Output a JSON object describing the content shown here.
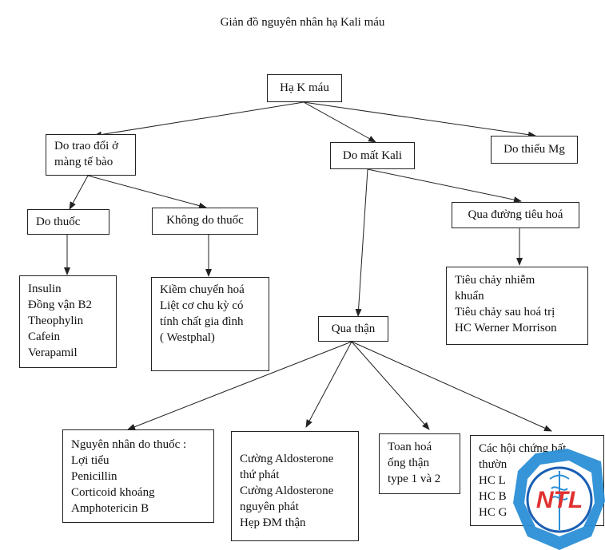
{
  "title": "Giản đồ nguyên nhân hạ Kali máu",
  "nodes": {
    "root": {
      "lines": [
        "Hạ K máu"
      ]
    },
    "exchange": {
      "lines": [
        "Do trao đổi ở",
        "màng tế bào"
      ]
    },
    "loss": {
      "lines": [
        "Do mất Kali"
      ]
    },
    "mg": {
      "lines": [
        "Do thiếu Mg"
      ]
    },
    "drug": {
      "lines": [
        "Do thuốc"
      ]
    },
    "nondrug": {
      "lines": [
        "Không do thuốc"
      ]
    },
    "gi": {
      "lines": [
        "Qua đường tiêu hoá"
      ]
    },
    "drug_list": {
      "lines": [
        "Insulin",
        "Đồng vận B2",
        "Theophylin",
        "Cafein",
        "Verapamil"
      ]
    },
    "nondrug_list": {
      "lines": [
        "Kiềm chuyển hoá",
        "Liệt cơ chu kỳ có",
        "tính chất gia đình",
        "( Westphal)"
      ]
    },
    "gi_list": {
      "lines": [
        "Tiêu chảy nhiễm",
        "khuẩn",
        "Tiêu chảy sau hoá trị",
        "HC Werner Morrison"
      ]
    },
    "kidney": {
      "lines": [
        "Qua thận"
      ]
    },
    "kidney_drug": {
      "lines": [
        "Nguyên nhân do thuốc :",
        "Lợi tiểu",
        "Penicillin",
        "Corticoid khoáng",
        "Amphotericin B"
      ]
    },
    "aldosterone": {
      "lines": [
        "Cường Aldosterone",
        "thứ phát",
        "Cường Aldosterone",
        "nguyên phát",
        "Hẹp ĐM thận"
      ]
    },
    "rta": {
      "lines": [
        "Toan hoá",
        "ống thận",
        "type 1 và 2"
      ]
    },
    "syndromes": {
      "lines": [
        "Các hội chứng bất",
        "thườn",
        "HC L",
        "HC B",
        "HC G"
      ]
    }
  },
  "logo": {
    "text": "NTL",
    "colors": {
      "outer": "#2b8fd6",
      "inner": "#1a5fb4",
      "text": "#e03131"
    }
  }
}
